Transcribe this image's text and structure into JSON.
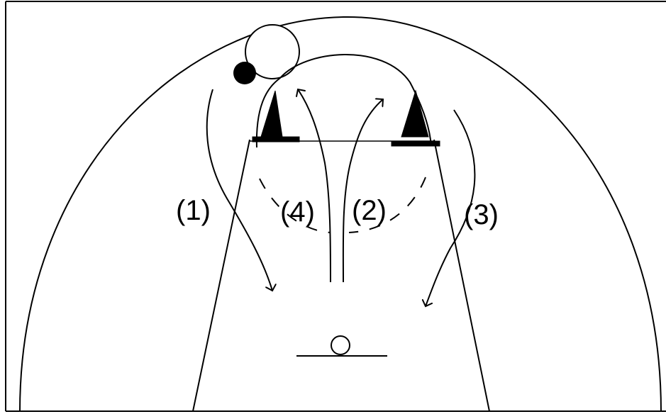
{
  "diagram": {
    "labels": {
      "path1": "(1)",
      "path2": "(2)",
      "path3": "(3)",
      "path4": "(4)"
    },
    "colors": {
      "stroke": "#000000",
      "background": "#ffffff"
    },
    "elements": {
      "cones": 2,
      "players": 1,
      "balls": 1
    }
  }
}
